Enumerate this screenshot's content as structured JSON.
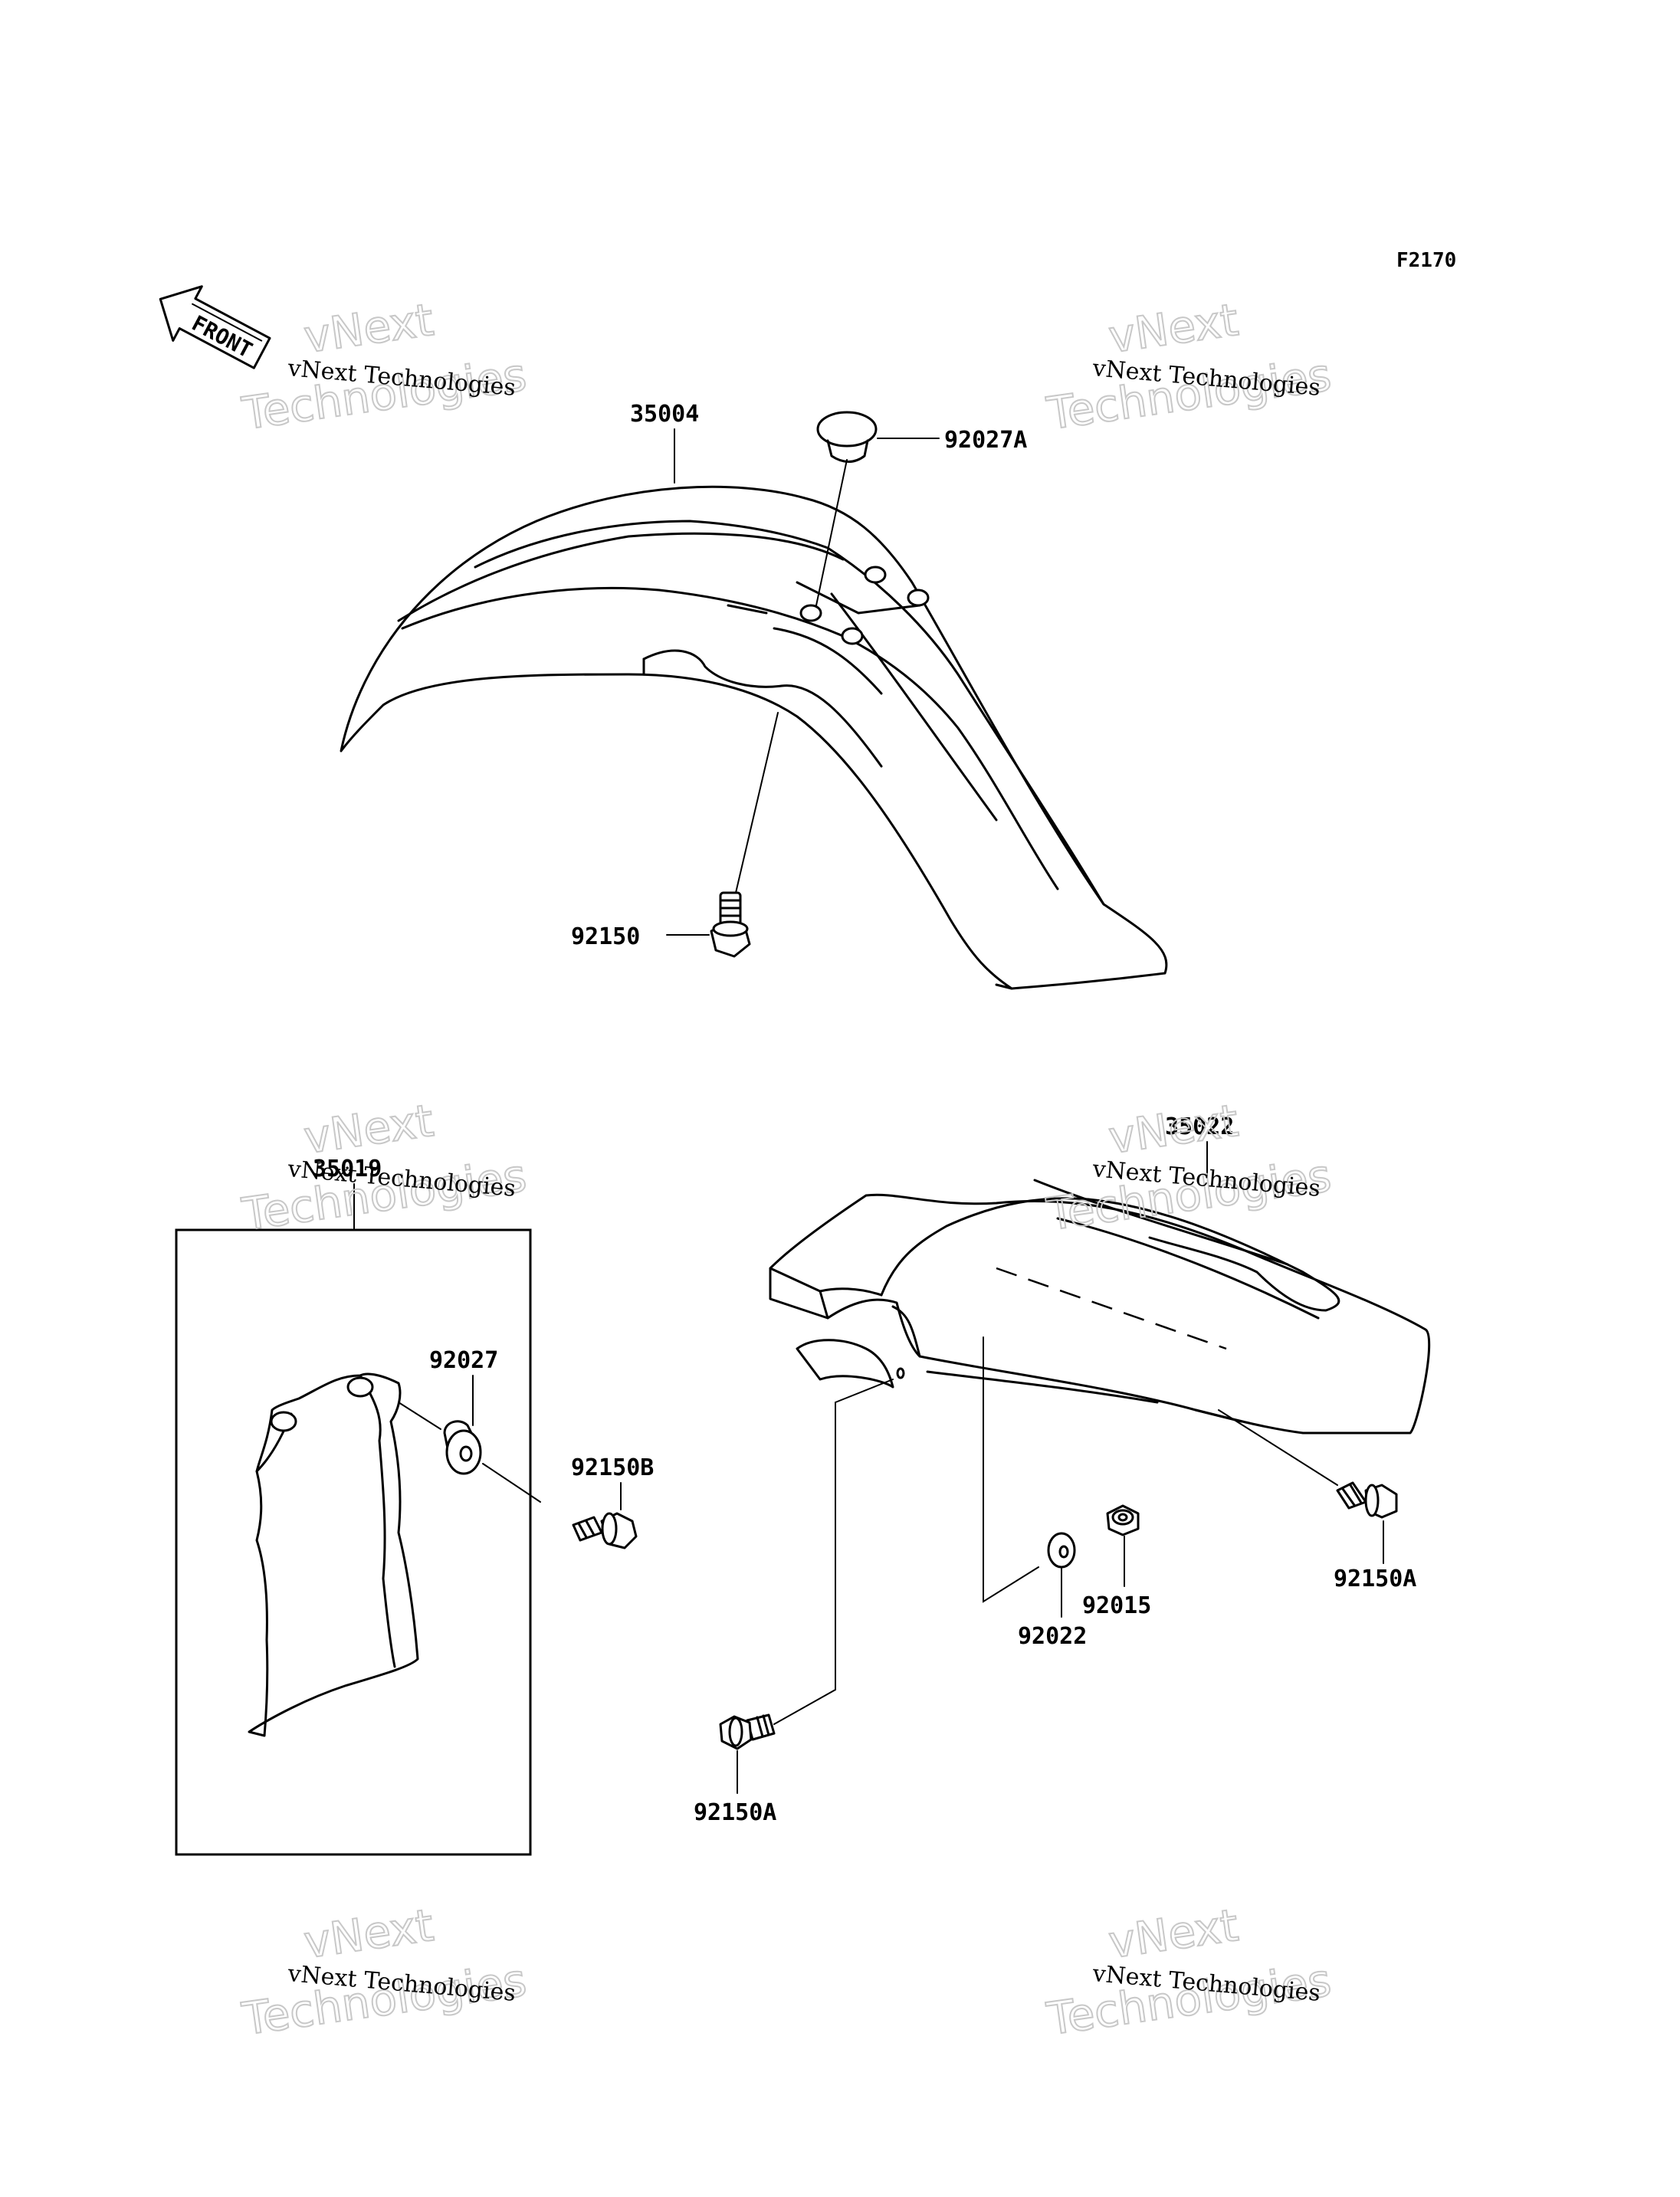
{
  "figure_code": "F2170",
  "front_arrow": {
    "label": "FRONT"
  },
  "watermark": {
    "line1": "vNext Technologies",
    "big_line1": "vNext",
    "big_line2": "Technologies"
  },
  "parts": {
    "front_fender": "35004",
    "grommet_a": "92027A",
    "bolt_front": "92150",
    "flap_kit": "35019",
    "grommet": "92027",
    "bolt_b": "92150B",
    "rear_fender": "35022",
    "bolt_a_right": "92150A",
    "nut": "92015",
    "washer": "92022",
    "bolt_a_bottom": "92150A"
  }
}
